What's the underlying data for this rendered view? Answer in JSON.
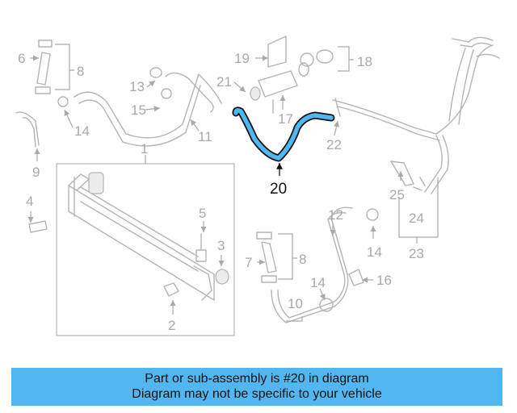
{
  "callouts": {
    "n1": "1",
    "n2": "2",
    "n3": "3",
    "n4": "4",
    "n5": "5",
    "n6": "6",
    "n7": "7",
    "n8a": "8",
    "n8b": "8",
    "n9": "9",
    "n10": "10",
    "n11": "11",
    "n12": "12",
    "n13": "13",
    "n14a": "14",
    "n14b": "14",
    "n14c": "14",
    "n15": "15",
    "n16": "16",
    "n17": "17",
    "n18": "18",
    "n19": "19",
    "n20": "20",
    "n21": "21",
    "n22": "22",
    "n23": "23",
    "n24": "24",
    "n25": "25"
  },
  "colors": {
    "highlight": "#52b7f1",
    "parts": "#b4b4b4",
    "banner": "#52b7f1"
  },
  "banner": {
    "line1": "Part or sub-assembly is #20 in diagram",
    "line2": "Diagram may not be specific to your vehicle"
  }
}
